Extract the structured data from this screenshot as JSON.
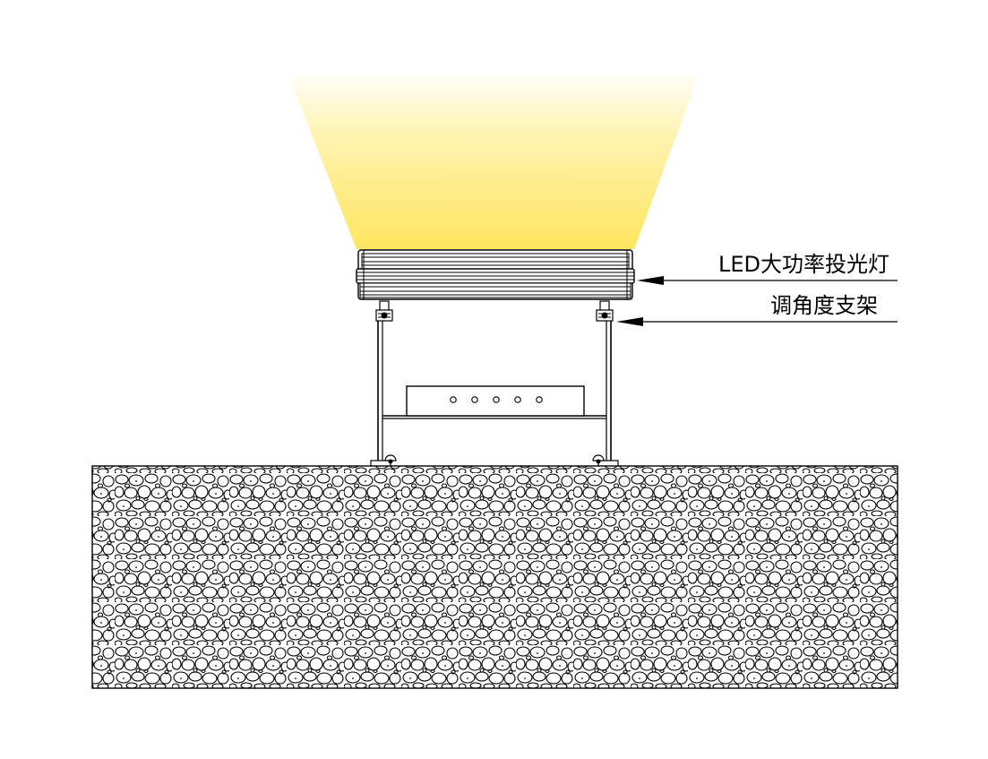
{
  "callouts": [
    {
      "id": "led-floodlight",
      "text": "LED大功率投光灯"
    },
    {
      "id": "adjustable-bracket",
      "text": "调角度支架"
    }
  ],
  "driver_box": {
    "indicator_count": 5
  },
  "colors": {
    "beam_top": "#fff8d8",
    "beam_bottom": "#ffe76a",
    "line": "#000000",
    "background": "#ffffff"
  },
  "icons": [
    "arrowhead-icon"
  ]
}
